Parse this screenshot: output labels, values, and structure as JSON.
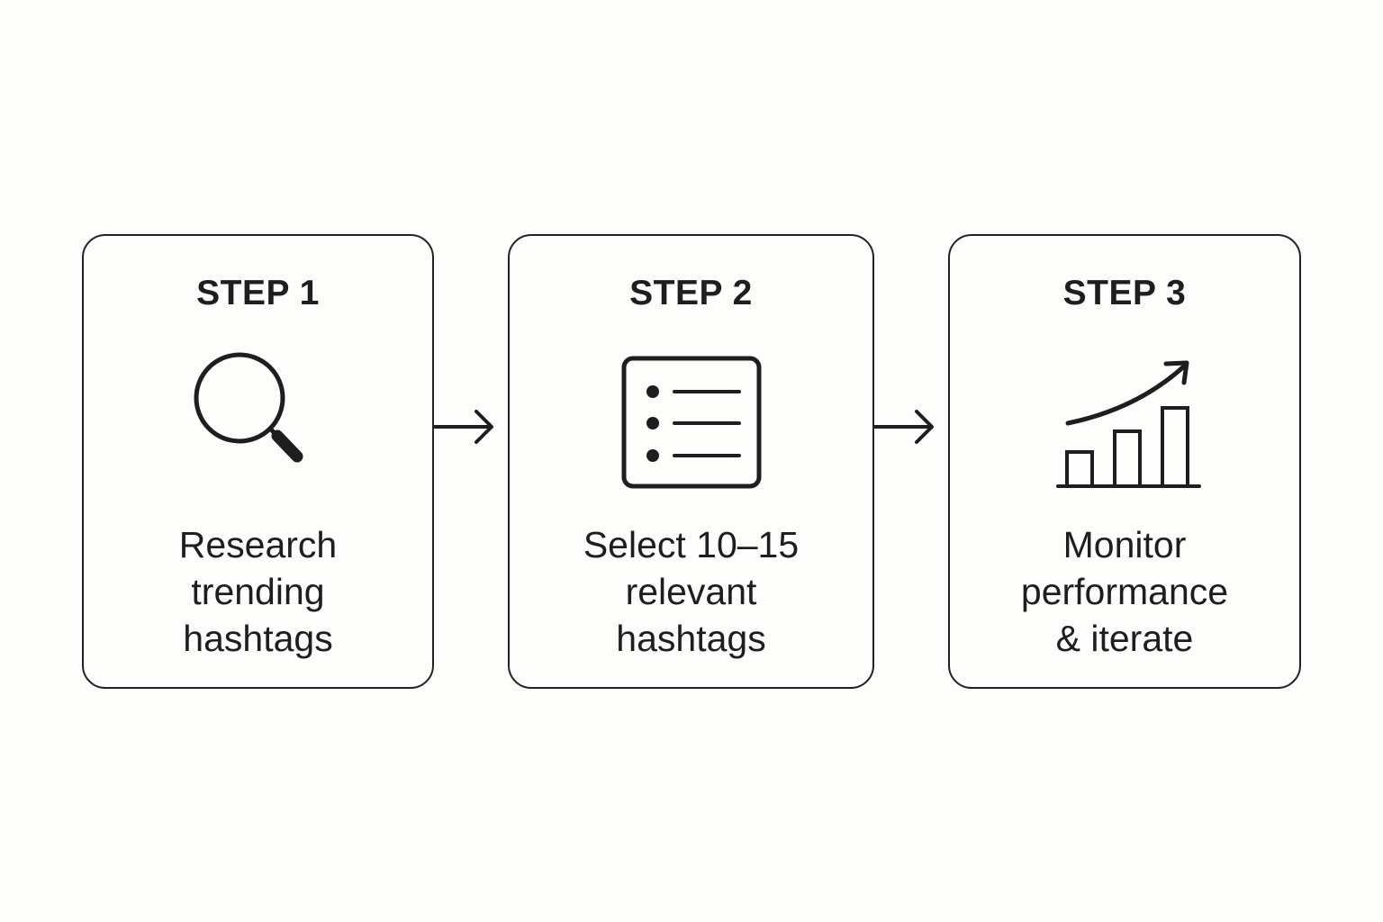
{
  "colors": {
    "background": "#fdfdfb",
    "stroke": "#222222",
    "text": "#1e1e1e"
  },
  "steps": [
    {
      "title": "STEP 1",
      "icon": "magnifying-glass-icon",
      "text": "Research\ntrending\nhashtags"
    },
    {
      "title": "STEP 2",
      "icon": "bulleted-list-icon",
      "text": "Select 10–15\nrelevant\nhashtags"
    },
    {
      "title": "STEP 3",
      "icon": "growth-bar-chart-icon",
      "text": "Monitor\nperformance\n& iterate"
    }
  ],
  "connectors": [
    "right-arrow-icon",
    "right-arrow-icon"
  ]
}
